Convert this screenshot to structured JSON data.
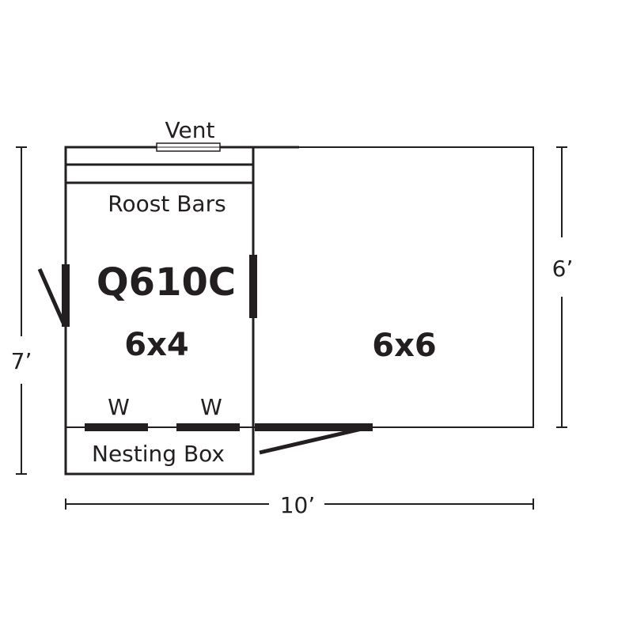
{
  "diagram": {
    "labels": {
      "vent": "Vent",
      "roost_bars": "Roost Bars",
      "model": "Q610C",
      "coop_size": "6x4",
      "run_size": "6x6",
      "window_left": "W",
      "window_right": "W",
      "nesting_box": "Nesting Box"
    },
    "dimensions": {
      "height_left": "7’",
      "height_right": "6’",
      "width_bottom": "10’"
    },
    "colors": {
      "ink": "#231f20",
      "background": "#ffffff"
    }
  }
}
